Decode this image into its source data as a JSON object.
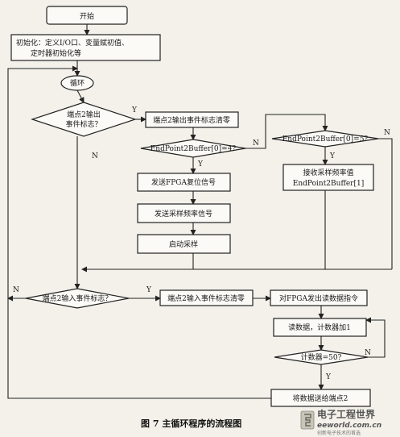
{
  "nodes": {
    "start": "开始",
    "init_line1": "初始化：定义I/O口、变量赋初值、",
    "init_line2": "定时器初始化等",
    "loop": "循环",
    "d_ep2_out_line1": "端点2输出",
    "d_ep2_out_line2": "事件标志？",
    "clear_ep2_out": "端点2输出事件标志清零",
    "d_buf_eq4": "EndPoint2Buffer[0]=4?",
    "send_fpga_reset": "发送FPGA复位信号",
    "send_sample_freq": "发送采样频率信号",
    "start_sampling": "启动采样",
    "d_buf_eq5": "EndPoint2Buffer[0]=5?",
    "recv_freq_line1": "接收采样频率值",
    "recv_freq_line2": "EndPoint2Buffer[1]",
    "d_ep2_in": "端点2输入事件标志？",
    "clear_ep2_in": "端点2输入事件标志清零",
    "fpga_read_cmd": "对FPGA发出读数据指令",
    "read_data": "读数据，计数器加1",
    "d_counter": "计数器=50?",
    "send_ep2": "将数据送给端点2"
  },
  "labels": {
    "y": "Y",
    "n": "N"
  },
  "caption": "图 7   主循环程序的流程图",
  "watermark": {
    "brand": "电子工程世界",
    "url": "eeworld.com.cn",
    "tagline": "创新电子技术的首选"
  }
}
